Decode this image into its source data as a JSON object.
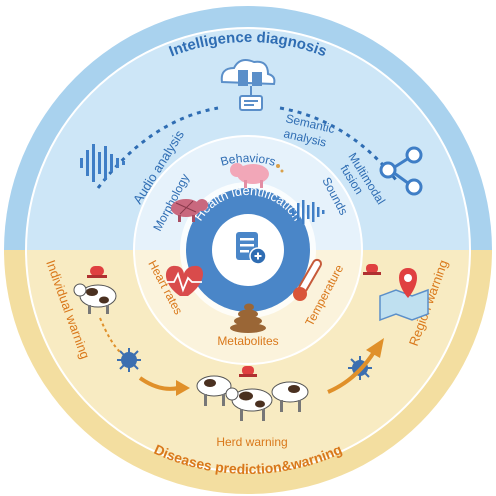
{
  "outer_ring": {
    "top_title": "Intelligence diagnosis",
    "bottom_title": "Diseases prediction&warning"
  },
  "middle_ring": {
    "audio": "Audio analysis",
    "semantic": [
      "Semantic",
      "analysis"
    ],
    "multimodal": [
      "Multimodal",
      "fusion"
    ],
    "individual": "Individual warning",
    "region": "Region warning",
    "herd": "Herd warning"
  },
  "inner_ring": {
    "behaviors": "Behaviors",
    "morphology": "Morphology",
    "sounds": "Sounds",
    "heart_rates": "Heart rates",
    "temperature": "Temperature",
    "metabolites": "Metabolites"
  },
  "center": {
    "label": "Health identification"
  },
  "colors": {
    "blue_text": "#2f6db3",
    "orange_text": "#d9781b",
    "center_fill": "#4a86c8"
  }
}
